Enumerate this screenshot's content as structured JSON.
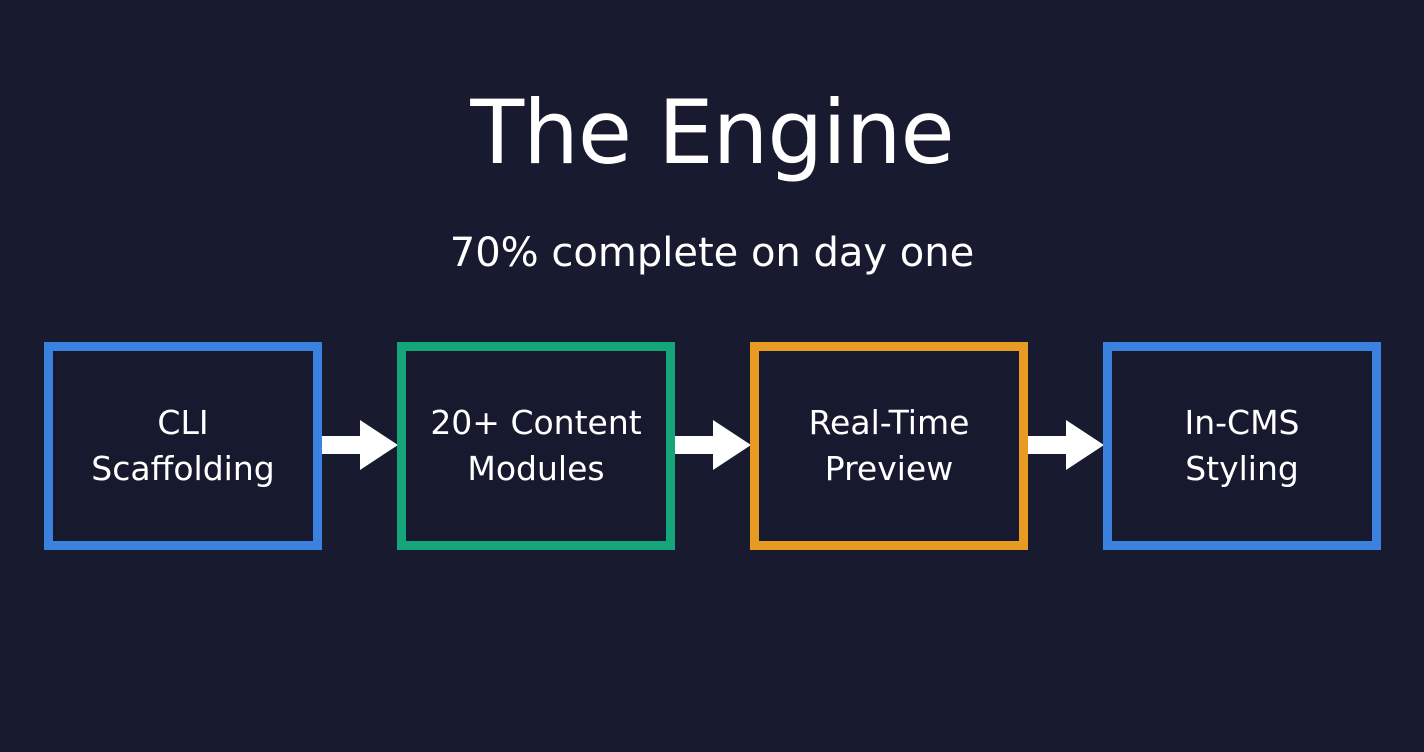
{
  "title": "The Engine",
  "subtitle": "70% complete on day one",
  "colors": {
    "background": "#181b2f",
    "blue": "#3b82e0",
    "green": "#14a67a",
    "orange": "#e89b22",
    "text": "#ffffff"
  },
  "steps": [
    {
      "line1": "CLI",
      "line2": "Scaffolding",
      "color": "blue"
    },
    {
      "line1": "20+ Content",
      "line2": "Modules",
      "color": "green"
    },
    {
      "line1": "Real-Time",
      "line2": "Preview",
      "color": "orange"
    },
    {
      "line1": "In-CMS",
      "line2": "Styling",
      "color": "blue"
    }
  ],
  "arrows": [
    "arrow-right",
    "arrow-right",
    "arrow-right"
  ]
}
